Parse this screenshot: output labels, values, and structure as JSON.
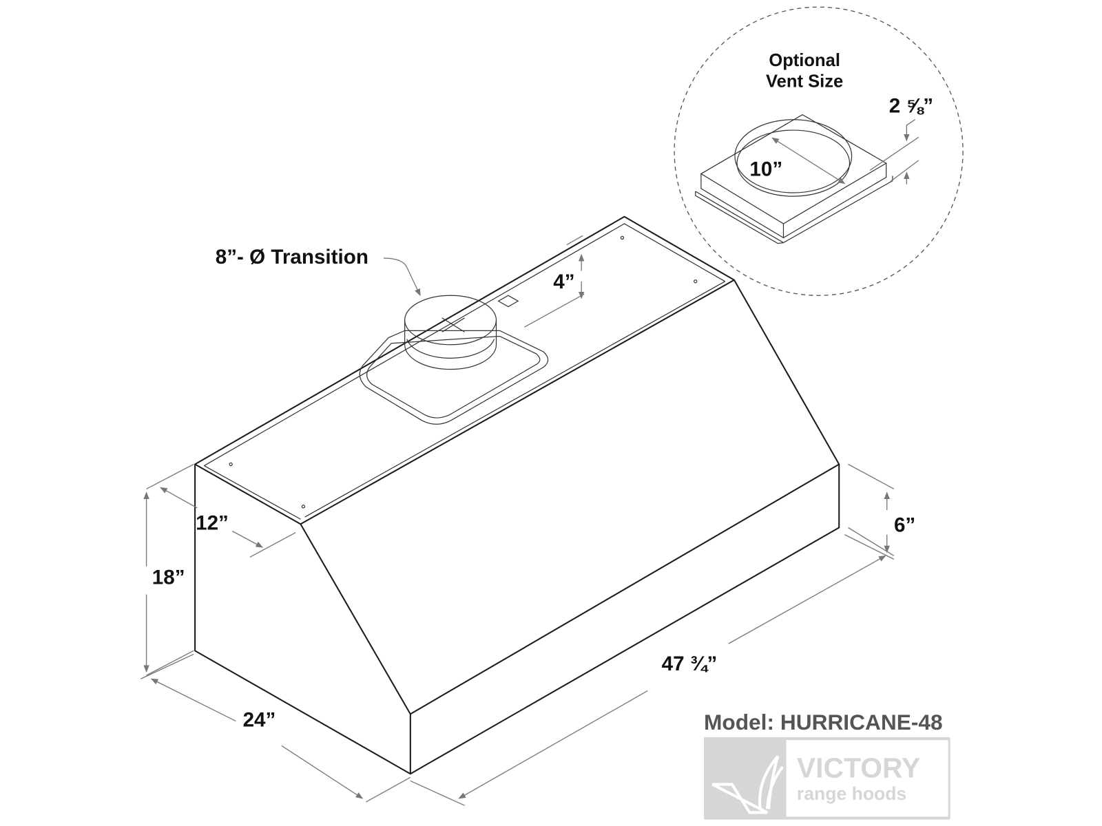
{
  "diagram": {
    "labels": {
      "transition": "8”- Ø Transition",
      "transition_height": "4”",
      "depth_top": "12”",
      "height": "18”",
      "front_height": "6”",
      "depth": "24”",
      "width": "47 ¾”"
    },
    "inset": {
      "title_line1": "Optional",
      "title_line2": "Vent Size",
      "diameter": "10”",
      "collar_height": "2 ⅝”"
    },
    "model": "Model: HURRICANE-48",
    "logo": {
      "brand": "VICTORY",
      "tagline": "range hoods"
    },
    "colors": {
      "line": "#1a1a1a",
      "dimension": "#777777",
      "model_text": "#555555",
      "logo": "#d6d6d6"
    }
  }
}
